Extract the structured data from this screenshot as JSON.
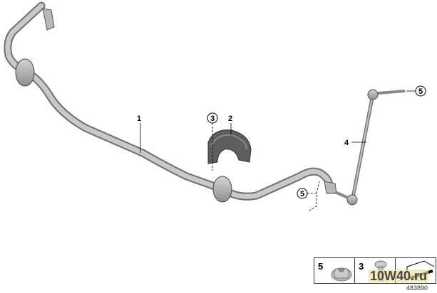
{
  "callouts": {
    "part1": "1",
    "part2": "2",
    "part3": "3",
    "part4": "4",
    "part5_top": "5",
    "part5_bottom": "5"
  },
  "legend": {
    "items": [
      {
        "number": "5",
        "icon": "flange-nut-icon"
      },
      {
        "number": "3",
        "icon": "bolt-icon"
      },
      {
        "number": "",
        "icon": "arrow-icon"
      }
    ]
  },
  "diagram_id": "483890",
  "watermark": "10W40.ru"
}
